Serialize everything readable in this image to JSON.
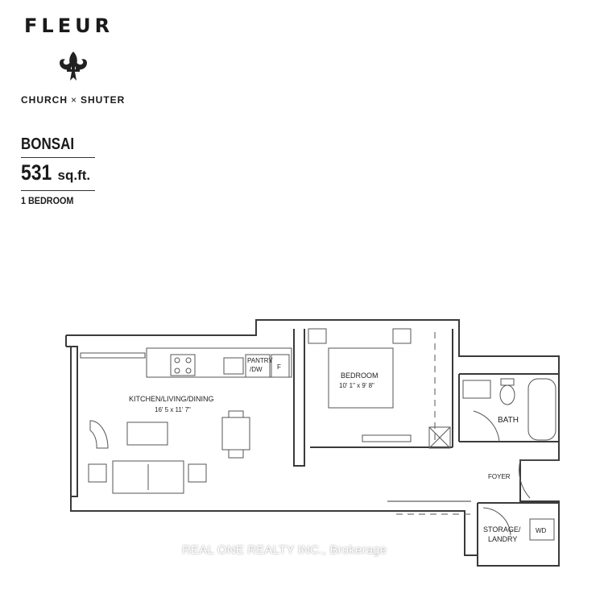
{
  "header": {
    "brand": "FLEUR",
    "tagline_left": "CHURCH",
    "tagline_sep": "×",
    "tagline_right": "SHUTER",
    "logo_icon": "fleur-de-lis-icon"
  },
  "unit": {
    "name": "BONSAI",
    "area_value": "531",
    "area_unit": "sq.ft.",
    "bedrooms": "1 BEDROOM"
  },
  "rooms": {
    "kitchen_living": {
      "label": "KITCHEN/LIVING/DINING",
      "dims": "16' 5 x 11' 7\""
    },
    "bedroom": {
      "label": "BEDROOM",
      "dims": "10' 1\" x 9' 8\""
    },
    "pantry_line1": "PANTRY",
    "pantry_line2": "/DW",
    "fridge": "F",
    "bath": "BATH",
    "foyer": "FOYER",
    "storage_line1": "STORAGE/",
    "storage_line2": "LANDRY",
    "washer_dryer": "WD"
  },
  "watermark": "REAL ONE REALTY INC., Brokerage",
  "colors": {
    "line": "#3a3a3a",
    "background": "#ffffff"
  }
}
